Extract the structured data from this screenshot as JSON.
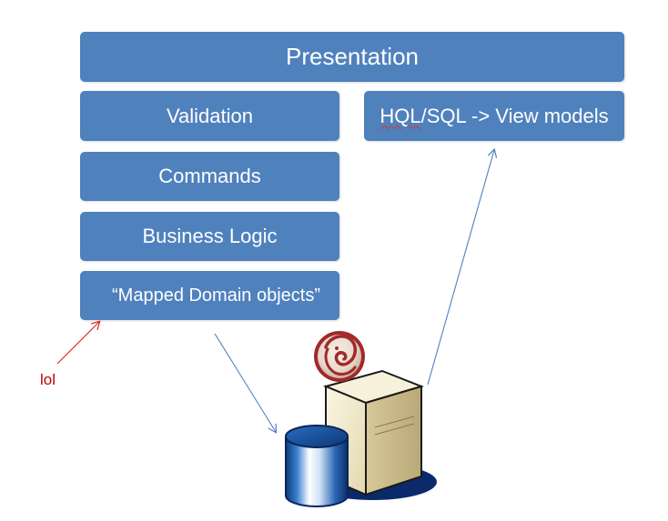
{
  "boxes": {
    "presentation": "Presentation",
    "validation": "Validation",
    "hql_prefix": "HQL",
    "hql_rest": "/SQL -> View models",
    "commands": "Commands",
    "business_logic": "Business Logic",
    "mapped_domain": "“Mapped Domain objects”"
  },
  "annotation": {
    "label": "lol"
  },
  "colors": {
    "box_fill": "#4f81bd",
    "box_text": "#ffffff",
    "connector": "#4f81bd",
    "annotation": "#c00000",
    "database": "#1f4e8c",
    "server": "#efe6c6",
    "nhibernate_logo": "#a12a2a"
  },
  "icons": {
    "database": "database-cylinder-icon",
    "server": "server-tower-icon",
    "logo": "nhibernate-logo-icon"
  }
}
